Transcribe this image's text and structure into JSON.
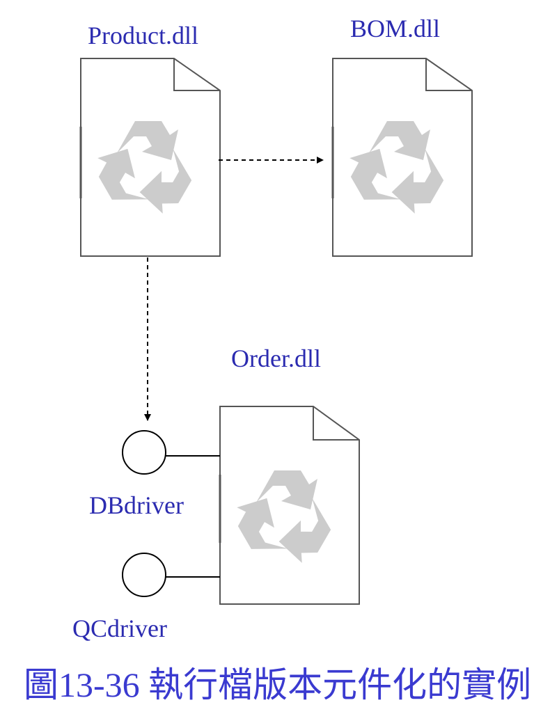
{
  "components": {
    "product": {
      "label": "Product.dll",
      "icon": "recycle-document-icon"
    },
    "bom": {
      "label": "BOM.dll",
      "icon": "recycle-document-icon"
    },
    "order": {
      "label": "Order.dll",
      "icon": "recycle-document-icon"
    }
  },
  "interfaces": {
    "db": {
      "label": "DBdriver"
    },
    "qc": {
      "label": "QCdriver"
    }
  },
  "caption": "圖13-36 執行檔版本元件化的實例",
  "colors": {
    "label": "#2b2bb0",
    "caption": "#3a3ad0",
    "outline": "#555555",
    "recycle": "#cccccc",
    "arrow": "#000000"
  }
}
